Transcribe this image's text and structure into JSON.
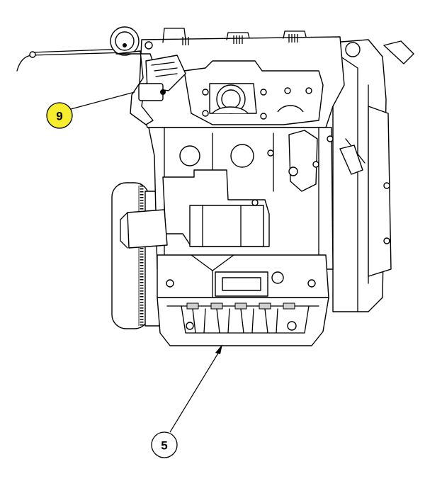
{
  "diagram": {
    "callouts": [
      {
        "id": "callout-9",
        "label": "9",
        "highlight": true,
        "fill": "#f6ee2c"
      },
      {
        "id": "callout-5",
        "label": "5",
        "highlight": false,
        "fill": "#ffffff"
      }
    ]
  }
}
